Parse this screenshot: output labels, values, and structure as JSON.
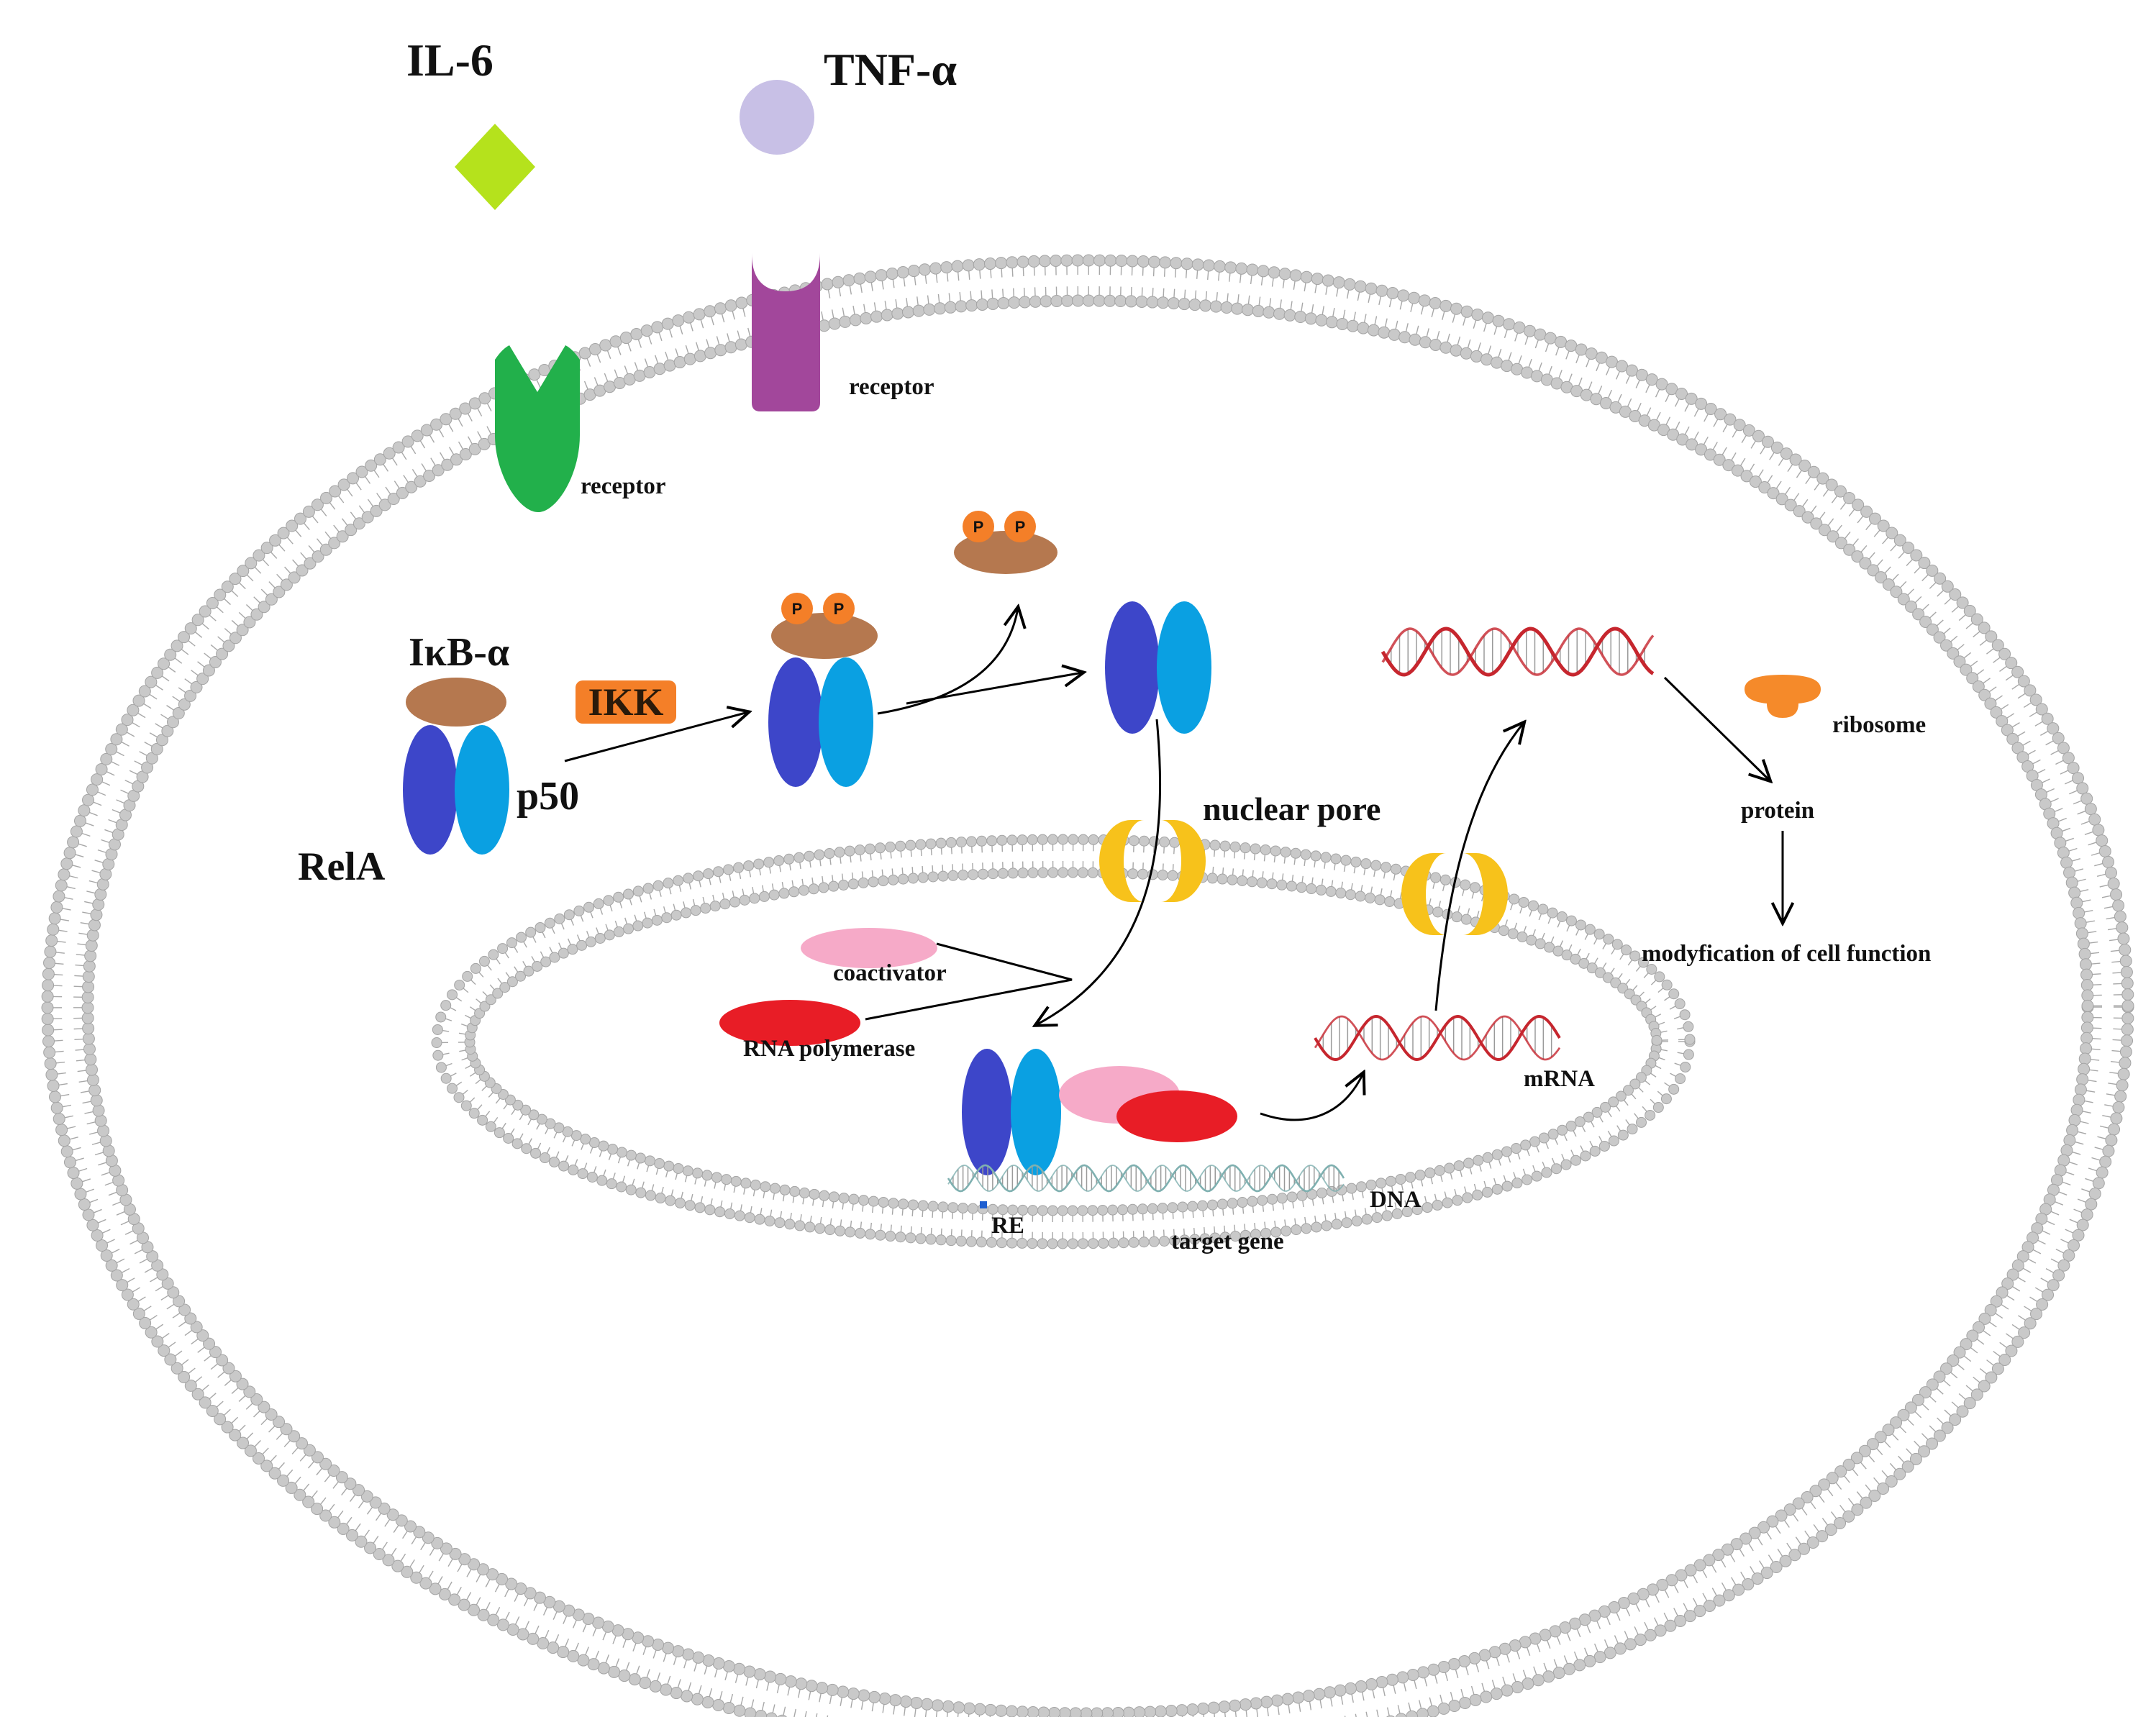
{
  "ligands": {
    "il6": "IL-6",
    "tnf": "TNF-α"
  },
  "receptors": {
    "il6_receptor": "receptor",
    "tnf_receptor": "receptor"
  },
  "complex": {
    "ikb": "IκB-α",
    "p50": "p50",
    "rela": "RelA",
    "ikk": "IKK",
    "phospho": "P"
  },
  "nucleus": {
    "nuclear_pore": "nuclear pore",
    "coactivator": "coactivator",
    "rna_polymerase": "RNA polymerase",
    "re": "RE",
    "target_gene": "target gene",
    "dna": "DNA",
    "mrna": "mRNA"
  },
  "cytoplasm": {
    "ribosome": "ribosome",
    "protein": "protein",
    "outcome": "modyfication of cell function"
  },
  "colors": {
    "il6": "#b5e21c",
    "tnf": "#c8c0e6",
    "il6_receptor": "#22b04b",
    "tnf_receptor": "#a2479b",
    "ikb": "#b5784f",
    "phospho": "#f47f28",
    "rela": "#3d46c9",
    "p50": "#0aa0e2",
    "ikk": "#f47f28",
    "pore": "#f7c21b",
    "coactivator": "#f6aac8",
    "rna_polymerase": "#e81d26",
    "mrna": "#c6262e",
    "ribosome": "#f58a2a",
    "membrane": "#c9c9c9"
  }
}
